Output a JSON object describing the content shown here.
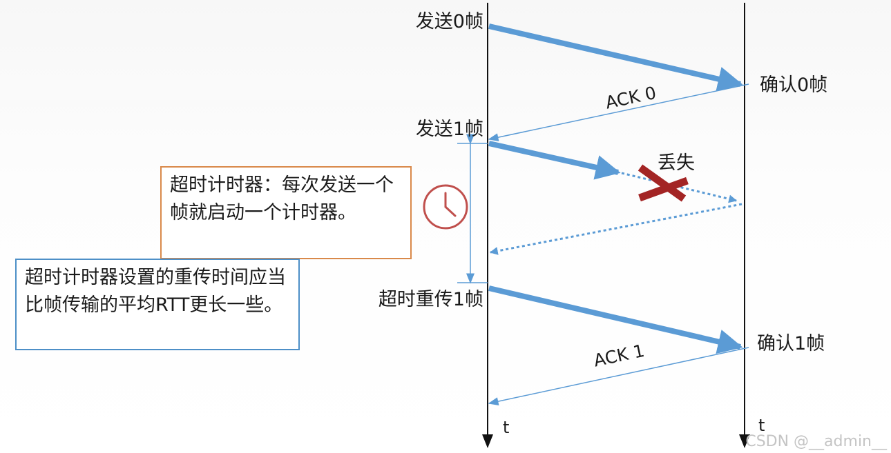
{
  "labels": {
    "send0": "发送0帧",
    "confirm0": "确认0帧",
    "ack0": "ACK 0",
    "send1": "发送1帧",
    "lost": "丢失",
    "retransmit": "超时重传1帧",
    "confirm1": "确认1帧",
    "ack1": "ACK 1",
    "t_left": "t",
    "t_right": "t"
  },
  "notes": {
    "timer": "超时计时器：每次发送一个帧就启动一个计时器。",
    "rtt": "超时计时器设置的重传时间应当比帧传输的平均RTT更长一些。"
  },
  "watermark": "CSDN @__admin__",
  "icons": {
    "clock": "clock-icon",
    "lost_mark": "x-mark-icon"
  },
  "colors": {
    "arrow": "#5b9bd5",
    "clock": "#c0504d",
    "cross": "#a32424",
    "timer_note_border": "#d9894a",
    "rtt_note_border": "#4d8fc7"
  }
}
